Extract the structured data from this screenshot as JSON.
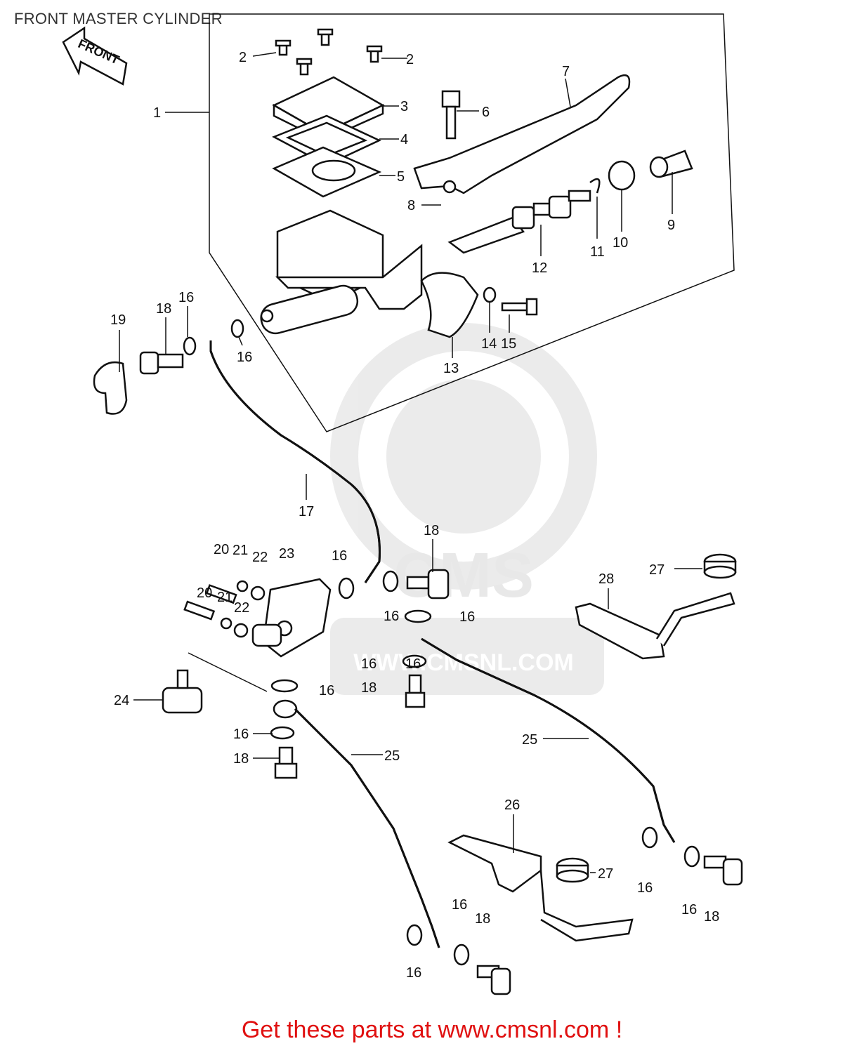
{
  "title": "FRONT MASTER CYLINDER",
  "front_badge": "FRONT",
  "watermark": {
    "logo_text": "CMS",
    "url": "WWW.CMSNL.COM"
  },
  "footer": {
    "text": "Get these parts at www.cmsnl.com !",
    "color": "#e01010"
  },
  "callouts": [
    "1",
    "2",
    "2",
    "3",
    "4",
    "5",
    "6",
    "7",
    "8",
    "9",
    "10",
    "11",
    "12",
    "13",
    "14",
    "15",
    "16",
    "16",
    "16",
    "16",
    "16",
    "16",
    "16",
    "16",
    "16",
    "16",
    "16",
    "16",
    "16",
    "17",
    "18",
    "18",
    "18",
    "18",
    "18",
    "18",
    "19",
    "20",
    "20",
    "21",
    "21",
    "22",
    "22",
    "23",
    "24",
    "25",
    "25",
    "26",
    "27",
    "27",
    "28"
  ]
}
